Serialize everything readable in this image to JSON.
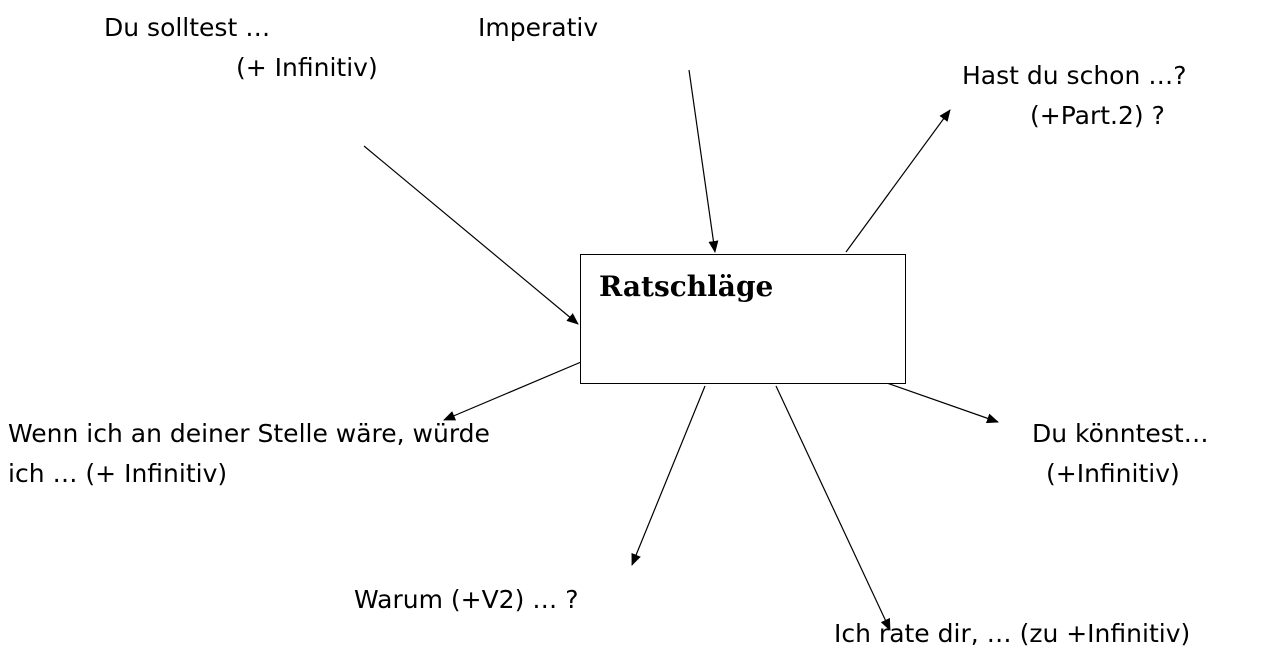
{
  "center": {
    "title": "Ratschläge"
  },
  "labels": {
    "du_solltest": {
      "line1": "Du solltest …",
      "line2": "(+ Infinitiv)"
    },
    "imperativ": {
      "line1": "Imperativ"
    },
    "hast_du_schon": {
      "line1": "Hast du schon …?",
      "line2": "(+Part.2) ?"
    },
    "wenn_ich": {
      "line1": "Wenn ich an deiner Stelle wäre, würde",
      "line2": "ich … (+ Infinitiv)"
    },
    "du_koenntest": {
      "line1": "Du könntest…",
      "line2": "(+Infinitiv)"
    },
    "warum": {
      "line1": "Warum (+V2) … ?"
    },
    "ich_rate": {
      "line1": "Ich rate dir, … (zu +Infinitiv)"
    }
  },
  "colors": {
    "line": "#000000",
    "background": "#ffffff"
  }
}
